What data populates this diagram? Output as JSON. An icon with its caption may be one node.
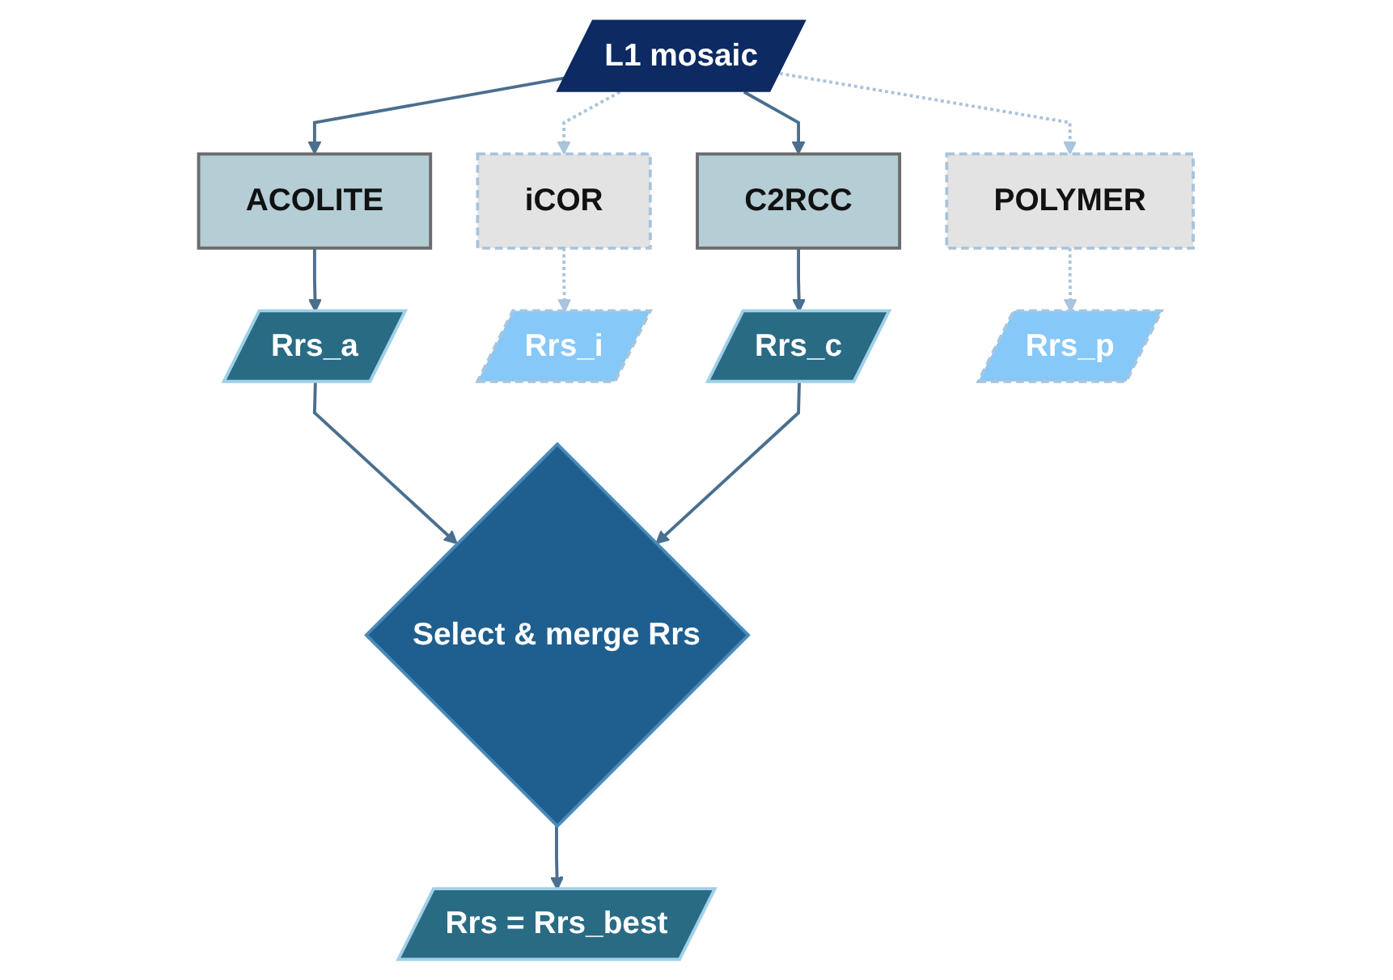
{
  "diagram": {
    "nodes": [
      {
        "text": [
          "L1 mosaic"
        ]
      },
      {
        "text": [
          "ACOLITE"
        ]
      },
      {
        "text": [
          "iCOR"
        ]
      },
      {
        "text": [
          "C2RCC"
        ]
      },
      {
        "text": [
          "POLYMER"
        ]
      },
      {
        "text": [
          "Rrs_a"
        ]
      },
      {
        "text": [
          "Rrs_i"
        ]
      },
      {
        "text": [
          "Rrs_c"
        ]
      },
      {
        "text": [
          "Rrs_p"
        ]
      },
      {
        "text": [
          "Select & merge Rrs"
        ]
      },
      {
        "text": [
          "Rrs = Rrs_best"
        ]
      }
    ],
    "edges": [
      {
        "from": 0,
        "to": 1,
        "arrow": "to"
      },
      {
        "from": 0,
        "to": 2,
        "arrow": "to",
        "style": "dashed",
        "color": "#a9c4dc"
      },
      {
        "from": 0,
        "to": 3,
        "arrow": "to"
      },
      {
        "from": 0,
        "to": 4,
        "arrow": "to",
        "style": "dashed",
        "color": "#a9c4dc"
      },
      {
        "from": 1,
        "to": 5,
        "arrow": "to"
      },
      {
        "from": 2,
        "to": 6,
        "arrow": "to",
        "style": "dashed",
        "color": "#a9c4dc"
      },
      {
        "from": 3,
        "to": 7,
        "arrow": "to"
      },
      {
        "from": 4,
        "to": 8,
        "arrow": "to",
        "style": "dashed",
        "color": "#a9c4dc"
      },
      {
        "from": 5,
        "to": 9,
        "arrow": "to"
      },
      {
        "from": 7,
        "to": 9,
        "arrow": "to"
      },
      {
        "from": 9,
        "to": 10,
        "arrow": "to"
      }
    ]
  }
}
